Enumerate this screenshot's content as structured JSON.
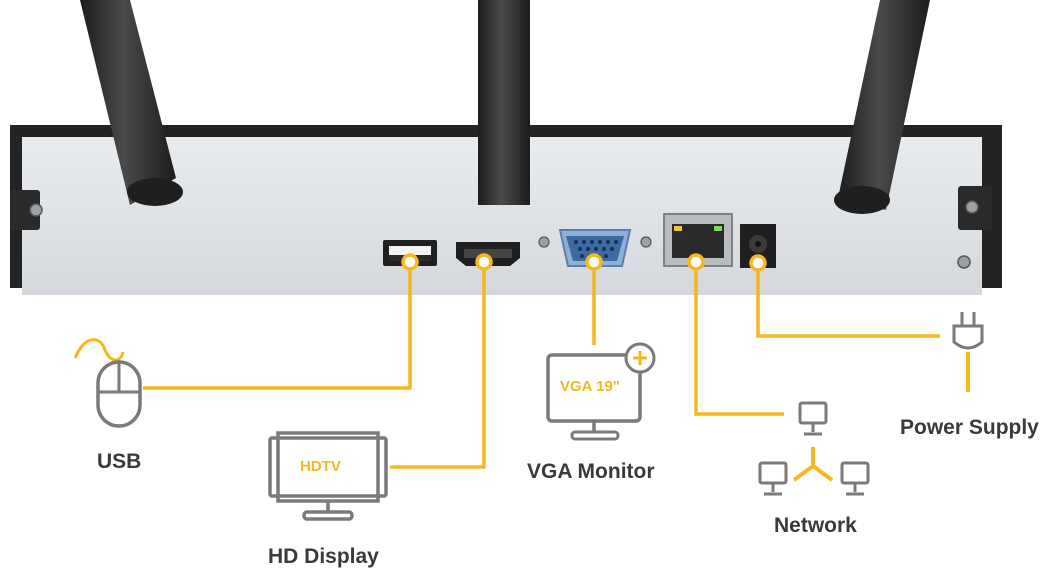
{
  "colors": {
    "accent": "#f5b81f",
    "icon_stroke": "#7a7a7a",
    "device_body": "#dfe2e6",
    "device_frame": "#262626",
    "antenna": "#2d2d2d",
    "label_text": "#3a3a3a"
  },
  "device": {
    "ports": [
      "usb-port",
      "hdmi-port",
      "vga-port",
      "ethernet-port",
      "dc-power-port"
    ]
  },
  "peripherals": {
    "usb": {
      "label": "USB",
      "icon": "mouse-icon"
    },
    "hd_display": {
      "label": "HD Display",
      "screen_text": "HDTV",
      "icon": "tv-icon"
    },
    "vga_monitor": {
      "label": "VGA Monitor",
      "screen_text": "VGA 19\"",
      "icon": "monitor-icon"
    },
    "network": {
      "label": "Network",
      "icon": "network-icon"
    },
    "power_supply": {
      "label": "Power Supply",
      "icon": "plug-icon"
    }
  }
}
